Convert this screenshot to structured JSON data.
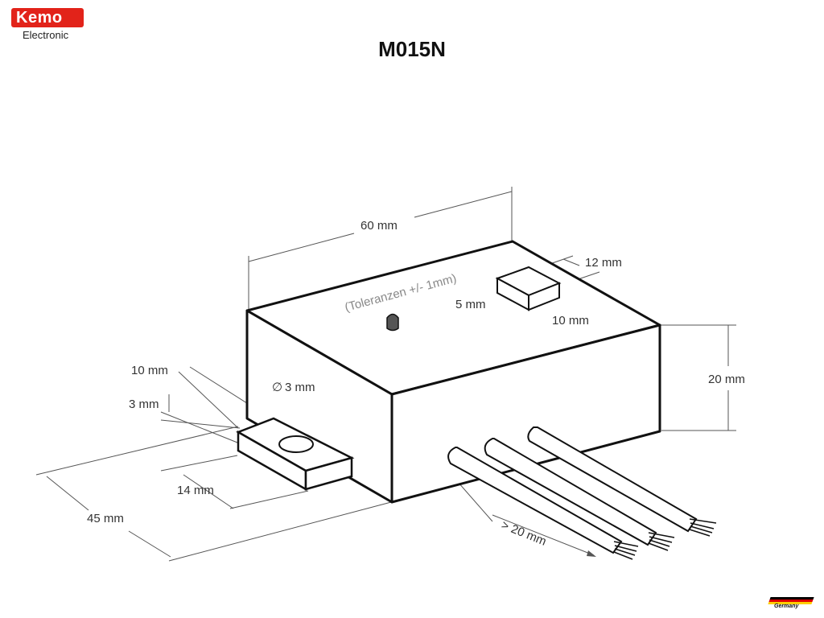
{
  "brand": {
    "name": "Kemo",
    "registered": "®",
    "subtitle": "Electronic"
  },
  "title": "M015N",
  "annotations": {
    "tolerance": "(Toleranzen +/- 1mm)",
    "length": "60 mm",
    "height": "20 mm",
    "width": "45 mm",
    "hole_diameter": "3 mm",
    "tab_width": "10 mm",
    "tab_thickness": "3 mm",
    "tab_depth": "14 mm",
    "wire_length": "> 20 mm",
    "part_length": "12 mm",
    "part_height": "5 mm",
    "part_width": "10 mm"
  },
  "footer": {
    "country": "Germany"
  },
  "colors": {
    "brand": "#e2231a",
    "outline": "#111111"
  }
}
